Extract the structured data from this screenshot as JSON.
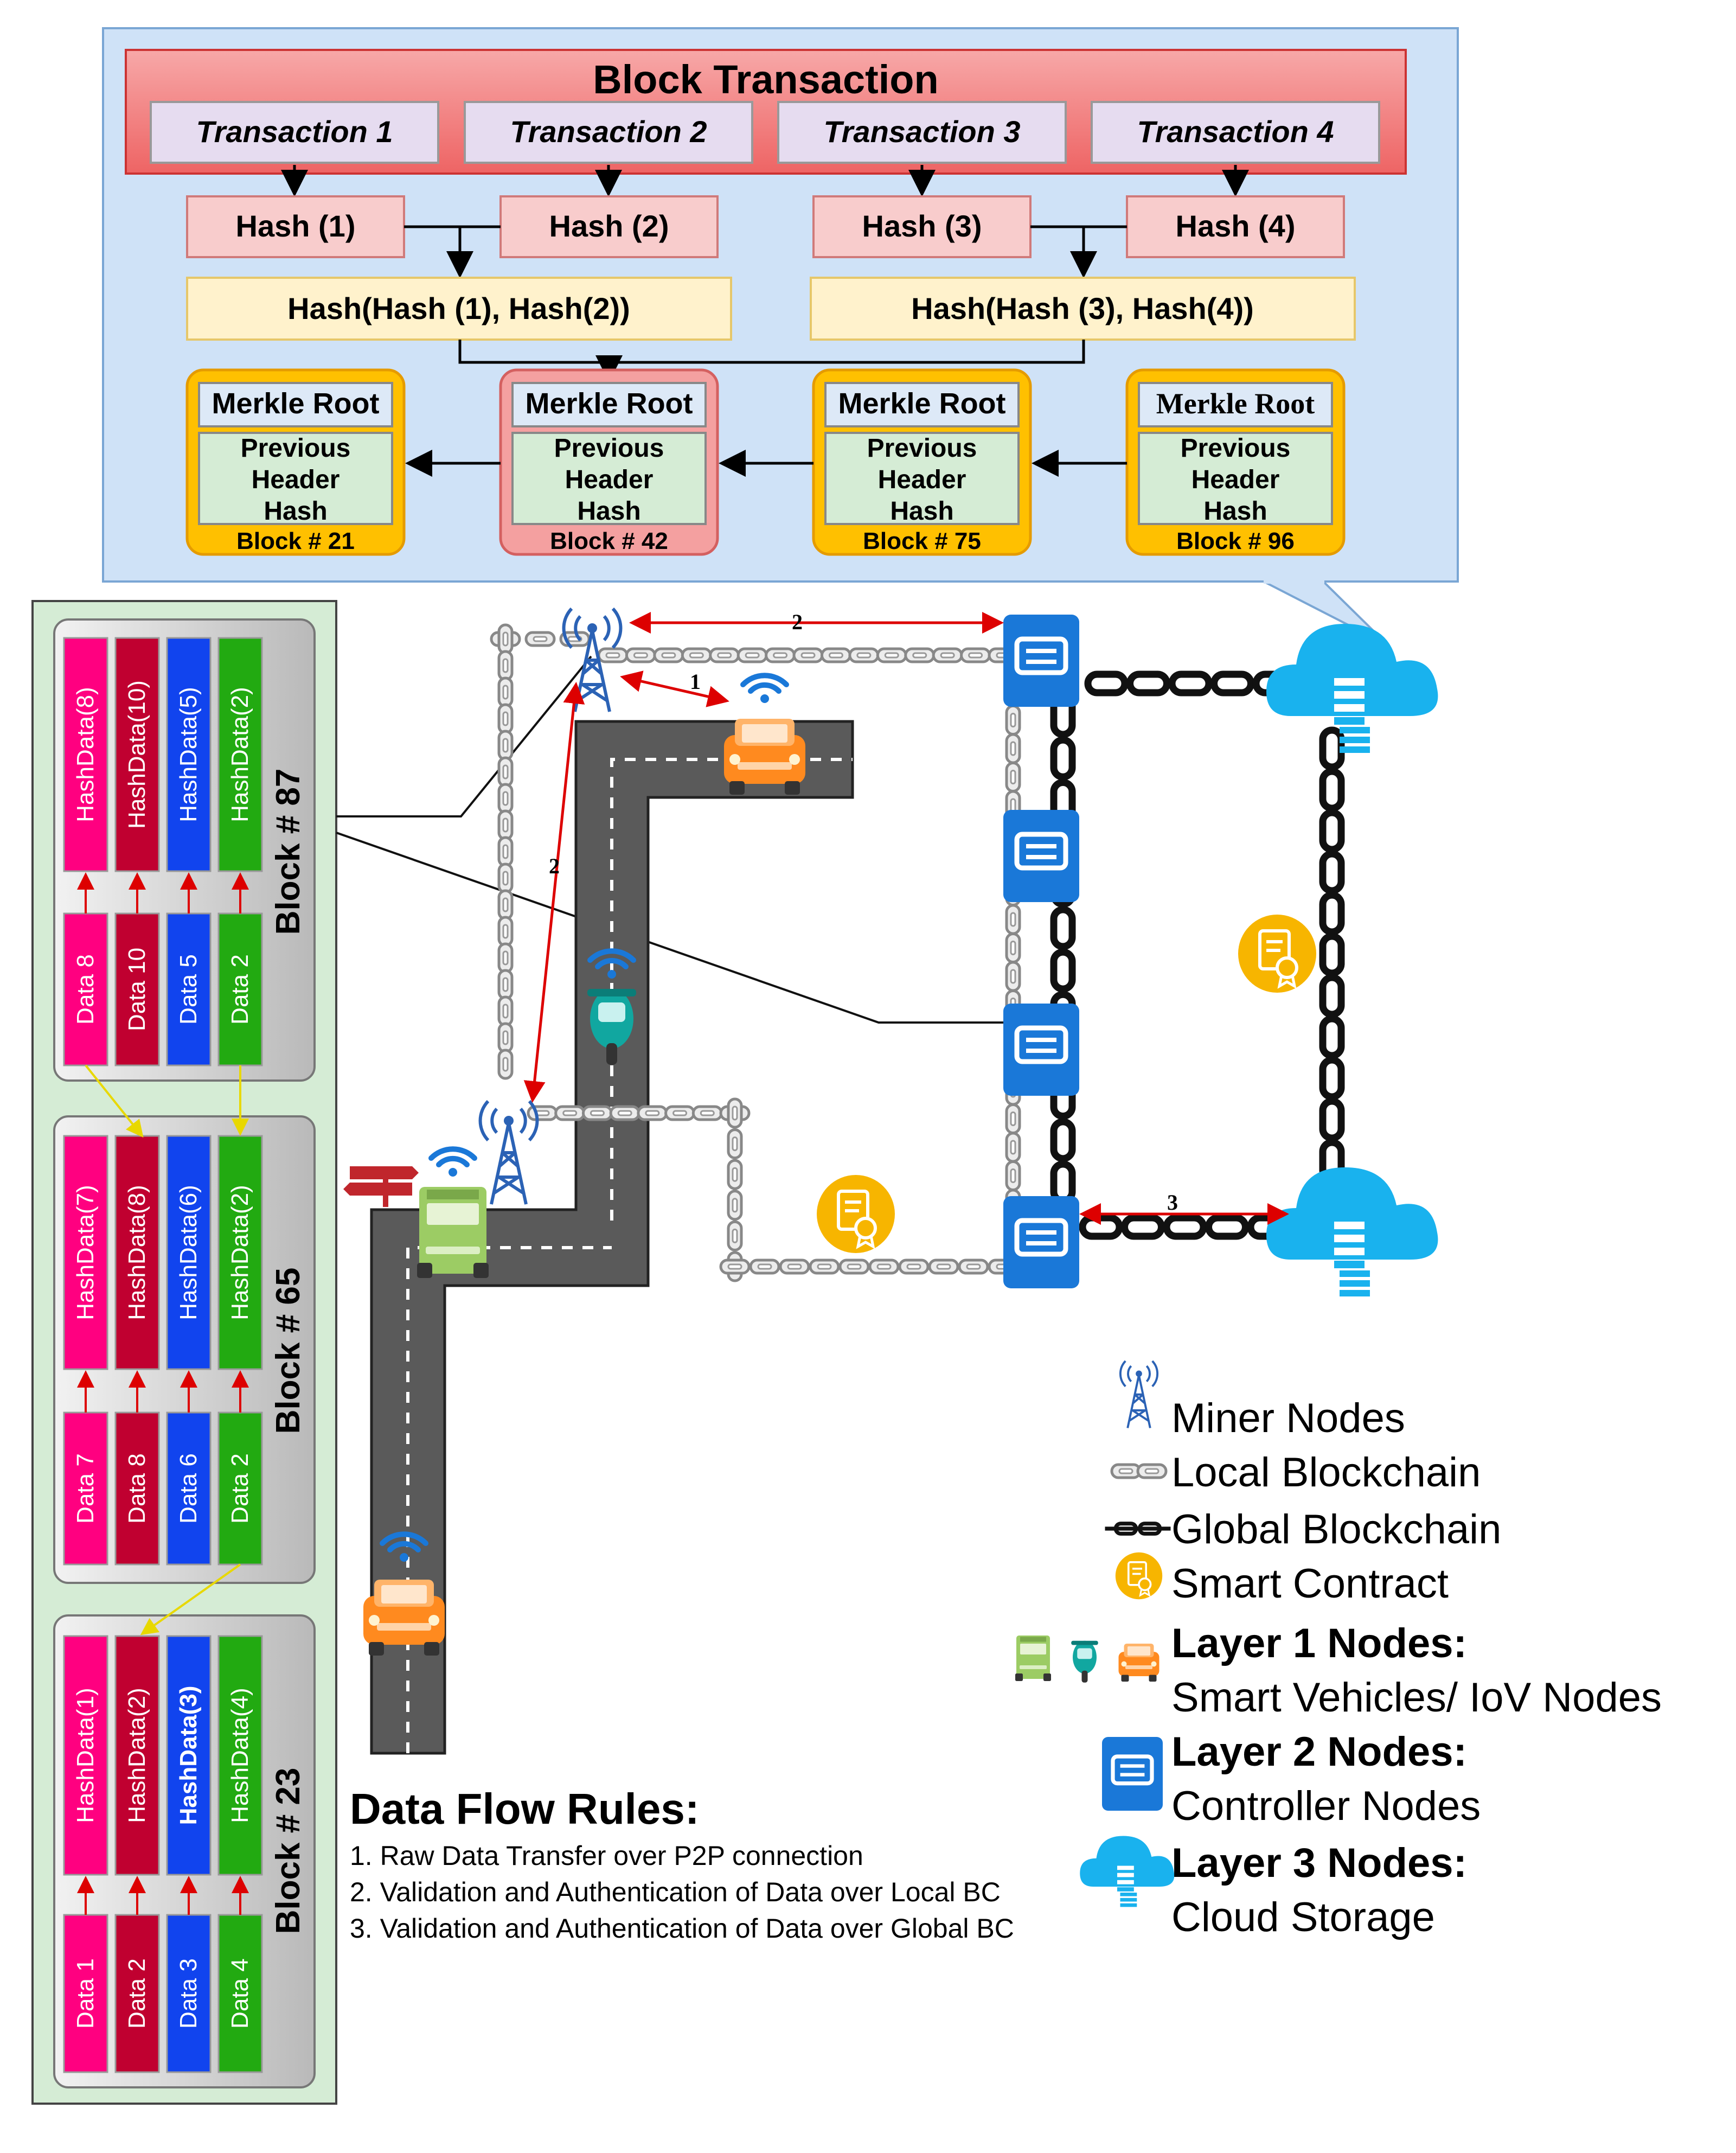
{
  "block_transaction": {
    "title": "Block Transaction",
    "transactions": [
      "Transaction 1",
      "Transaction 2",
      "Transaction 3",
      "Transaction 4"
    ],
    "hashes": [
      "Hash (1)",
      "Hash (2)",
      "Hash (3)",
      "Hash (4)"
    ],
    "pair_hashes": [
      "Hash(Hash (1), Hash(2))",
      "Hash(Hash (3), Hash(4))"
    ],
    "blocks": [
      {
        "merkle": "Merkle Root",
        "prev": [
          "Previous",
          "Header",
          "Hash"
        ],
        "label": "Block # 21"
      },
      {
        "merkle": "Merkle Root",
        "prev": [
          "Previous",
          "Header",
          "Hash"
        ],
        "label": "Block # 42"
      },
      {
        "merkle": "Merkle Root",
        "prev": [
          "Previous",
          "Header",
          "Hash"
        ],
        "label": "Block # 75"
      },
      {
        "merkle": "Merkle Root",
        "prev": [
          "Previous",
          "Header",
          "Hash"
        ],
        "label": "Block # 96"
      }
    ]
  },
  "data_blocks": [
    {
      "label": "Block # 87",
      "hash": [
        "HashData(8)",
        "HashData(10)",
        "HashData(5)",
        "HashData(2)"
      ],
      "data": [
        "Data 8",
        "Data 10",
        "Data 5",
        "Data 2"
      ]
    },
    {
      "label": "Block  # 65",
      "hash": [
        "HashData(7)",
        "HashData(8)",
        "HashData(6)",
        "HashData(2)"
      ],
      "data": [
        "Data 7",
        "Data 8",
        "Data 6",
        "Data 2"
      ]
    },
    {
      "label": "Block # 23",
      "hash": [
        "HashData(1)",
        "HashData(2)",
        "HashData(3)",
        "HashData(4)"
      ],
      "data": [
        "Data 1",
        "Data 2",
        "Data 3",
        "Data 4"
      ]
    }
  ],
  "edge_labels": [
    "1",
    "2",
    "2",
    "3"
  ],
  "legend": {
    "miner": "Miner Nodes",
    "local": "Local Blockchain",
    "global": "Global Blockchain",
    "contract": "Smart Contract",
    "layer1_title": "Layer 1 Nodes:",
    "layer1_desc": "Smart Vehicles/ IoV Nodes",
    "layer2_title": "Layer 2 Nodes:",
    "layer2_desc": "Controller Nodes",
    "layer3_title": "Layer 3 Nodes:",
    "layer3_desc": "Cloud Storage"
  },
  "rules": {
    "title": "Data Flow Rules:",
    "items": [
      "1. Raw Data Transfer over P2P connection",
      "2. Validation and Authentication of Data over Local BC",
      "3. Validation and Authentication of Data over Global BC"
    ]
  },
  "colors": {
    "panel_bg": "#cfe2f7",
    "header_red": "#f08080",
    "tx_lavender": "#e6dcf0",
    "hash_pink": "#f8cccc",
    "pair_yellow": "#fff2cc",
    "block_gold": "#ffc000",
    "block_red": "#f4a0a0",
    "green_inner": "#d5ecd5",
    "data_pink": "#ff0080",
    "data_crimson": "#c00030",
    "data_blue": "#1144ee",
    "data_green": "#22aa11",
    "controller_blue": "#1a78d8",
    "cloud_cyan": "#19b2ee",
    "contract_gold": "#f7b500",
    "vehicle_orange": "#ff8a1f",
    "scooter_teal": "#11a7a0",
    "truck_green": "#9ccc64"
  }
}
